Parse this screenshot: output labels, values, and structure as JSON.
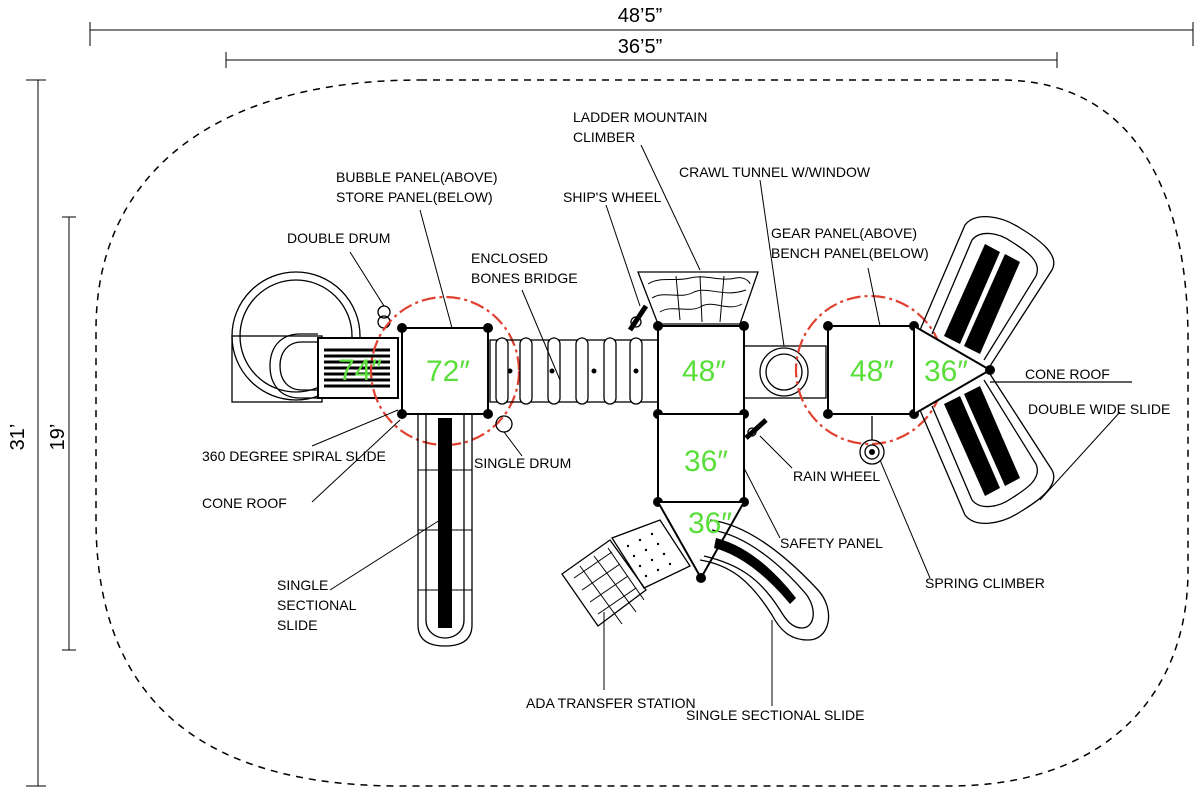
{
  "dimensions": {
    "overall_width": "48’5”",
    "inner_width": "36’5”",
    "overall_depth": "31’",
    "inner_depth": "19’"
  },
  "deck_sizes": {
    "spiral_deck": "74″",
    "main_deck": "72″",
    "center_deck": "48″",
    "center_lower_deck": "36″",
    "triangle_deck": "36″",
    "right_deck": "48″",
    "right_triangle": "36″"
  },
  "labels": {
    "ladder_mountain_1": "LADDER MOUNTAIN",
    "ladder_mountain_2": "CLIMBER",
    "crawl_tunnel": "CRAWL TUNNEL W/WINDOW",
    "bubble_panel_1": "BUBBLE PANEL(ABOVE)",
    "bubble_panel_2": "STORE PANEL(BELOW)",
    "ships_wheel": "SHIP'S WHEEL",
    "gear_panel_1": "GEAR PANEL(ABOVE)",
    "gear_panel_2": "BENCH PANEL(BELOW)",
    "double_drum": "DOUBLE DRUM",
    "enclosed_bridge_1": "ENCLOSED",
    "enclosed_bridge_2": "BONES BRIDGE",
    "cone_roof_right": "CONE ROOF",
    "double_wide_slide": "DOUBLE WIDE SLIDE",
    "spiral_slide": "360 DEGREE SPIRAL SLIDE",
    "single_drum": "SINGLE DRUM",
    "rain_wheel": "RAIN WHEEL",
    "cone_roof_left": "CONE ROOF",
    "safety_panel": "SAFETY PANEL",
    "single_sectional_1": "SINGLE",
    "single_sectional_2": "SECTIONAL",
    "single_sectional_3": "SLIDE",
    "spring_climber": "SPRING CLIMBER",
    "ada_transfer": "ADA TRANSFER STATION",
    "single_sectional_bottom": "SINGLE SECTIONAL SLIDE"
  },
  "colors": {
    "deck_size_text": "#5adf3a",
    "roof_circle": "#e0402f",
    "line": "#000000"
  }
}
